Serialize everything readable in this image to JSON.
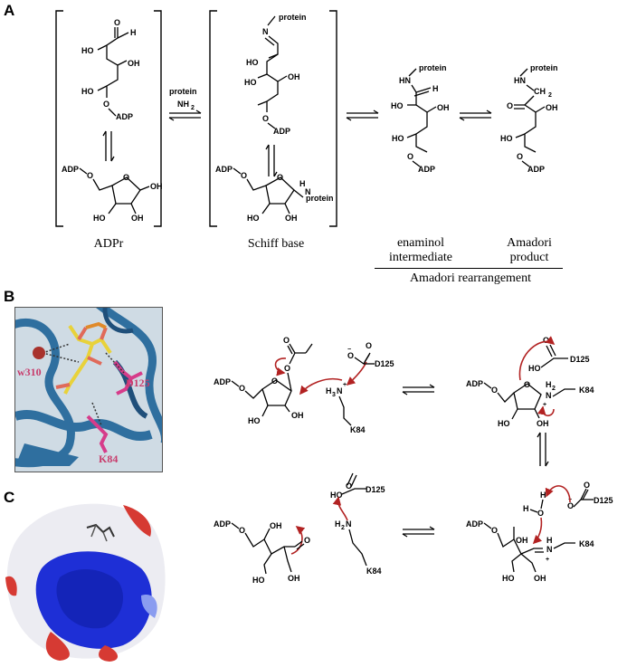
{
  "panels": {
    "a": "A",
    "b": "B",
    "c": "C"
  },
  "labels": {
    "protein": "protein",
    "nh2": "NH",
    "two": "2",
    "o": "O",
    "h": "H",
    "n": "N",
    "ho": "HO",
    "oh": "OH",
    "adp": "ADP",
    "hn": "HN",
    "ch2": "CH",
    "d125": "D125",
    "k84": "K84",
    "h3n": "H",
    "h3n_n": "N",
    "three": "3",
    "plus": "+",
    "minus": "−",
    "h2n": "H",
    "h2n_n": "N",
    "h2": "H"
  },
  "captions": {
    "adpr": "ADPr",
    "schiff": "Schiff base",
    "enaminol_1": "enaminol",
    "enaminol_2": "intermediate",
    "amadori_1": "Amadori",
    "amadori_2": "product",
    "amadori_rearr": "Amadori rearrangement"
  },
  "structure_labels": {
    "water": "w310",
    "d125": "D125",
    "k84": "K84"
  },
  "colors": {
    "ribbon": "#2f6f9f",
    "ribbon_dark": "#1f4f7a",
    "ligand_c": "#e8d23a",
    "ligand_o": "#e06a5a",
    "phosphate": "#e08a2a",
    "residue": "#d63c8a",
    "water": "#a8322c",
    "res_label": "#c83c6c",
    "mech_arrow": "#b22222",
    "surface_pos": "#1e2fd6",
    "surface_neg": "#d63a33",
    "surface_neutral": "#ececf2"
  },
  "icons": {
    "eq_arrow": "equilibrium-arrows-icon"
  }
}
